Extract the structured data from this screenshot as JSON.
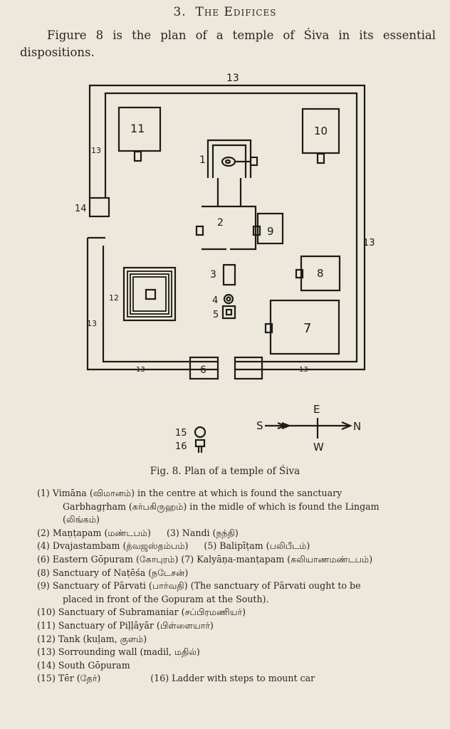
{
  "header": {
    "number": "3.",
    "title": "The Edifices"
  },
  "intro": "Figure 8 is the plan of a temple of Śiva in its essential dispositions.",
  "figure": {
    "labels": {
      "n1": "1",
      "n2": "2",
      "n3": "3",
      "n4": "4",
      "n5": "5",
      "n6": "6",
      "n7": "7",
      "n8": "8",
      "n9": "9",
      "n10": "10",
      "n11": "11",
      "n12": "12",
      "n13_top": "13",
      "n13_left": "13",
      "n13_right": "13",
      "n13_left_low": "13",
      "n13_bottom_left": "13",
      "n13_bottom_right": "13",
      "n14": "14",
      "n15": "15",
      "n16": "16"
    },
    "compass": {
      "s": "S",
      "e": "E",
      "n": "N",
      "w": "W"
    },
    "caption": "Fig. 8.   Plan of a temple of Śiva"
  },
  "legend": {
    "item1_a": "(1) Vimāna (விமானம்) in the centre at which is found the sanctuary",
    "item1_b": "Garbhagṛham (கர்பகிருஹம்) in the midle of which is found the Lingam",
    "item1_c": "(லிங்கம்)",
    "item2": "(2) Maṇṭapam (மண்டபம்)",
    "item3": "(3) Nandi (நந்தி)",
    "item4": "(4) Dvajastambam (த்வஜஸ்தம்பம்)",
    "item5": "(5) Balipīṭam (பலிபீடம்)",
    "item6": "(6) Eastern Gōpuram (கோபுரம்)",
    "item7": "(7) Kalyāṇa-manṭapam (கலியாணமண்டபம்)",
    "item8": "(8) Sanctuary of Naṭēśa (நடேசன்)",
    "item9_a": "(9) Sanctuary of Pārvati (பார்வதி) (The sanctuary of Pārvati ought to be",
    "item9_b": "placed in front of the Gopuram at the South).",
    "item10": "(10) Sanctuary of Subramaniar (சப்பிரமணியர்)",
    "item11": "(11) Sanctuary of Piḷḷāyār (பிள்ளையார்)",
    "item12": "(12) Tank (kuḷam, குளம்)",
    "item13": "(13) Sorrounding wall (madil, மதில்)",
    "item14": "(14) South Gōpuram",
    "item15": "(15) Tēr (தேர்)",
    "item16": "(16) Ladder with steps to mount car"
  }
}
